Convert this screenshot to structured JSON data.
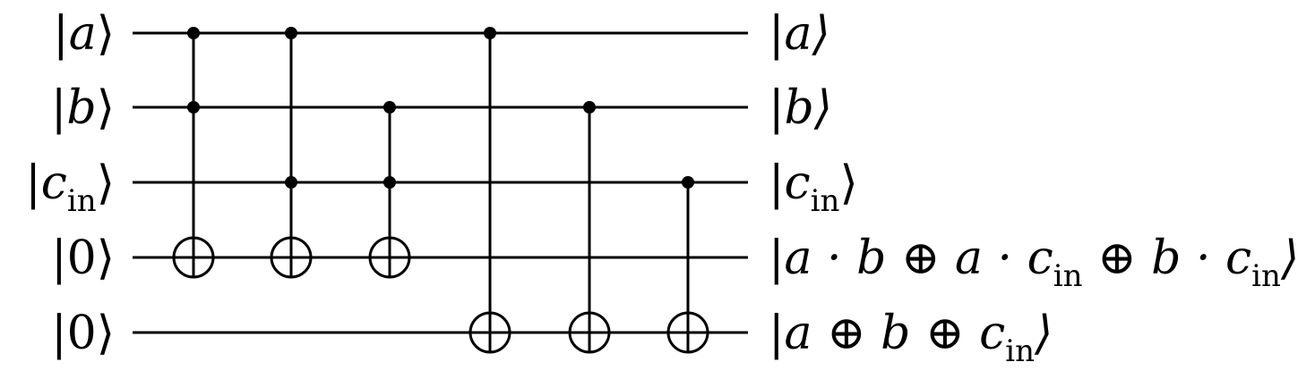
{
  "input_labels": [
    {
      "bra": "|",
      "sym": "a",
      "sub": "",
      "ket": "⟩"
    },
    {
      "bra": "|",
      "sym": "b",
      "sub": "",
      "ket": "⟩"
    },
    {
      "bra": "|",
      "sym": "c",
      "sub": "in",
      "ket": "⟩"
    },
    {
      "bra": "|",
      "sym": "0",
      "sub": "",
      "ket": "⟩"
    },
    {
      "bra": "|",
      "sym": "0",
      "sub": "",
      "ket": "⟩"
    }
  ],
  "output_labels": [
    {
      "text": "|a⟩"
    },
    {
      "text": "|b⟩"
    },
    {
      "text": "|c",
      "sub": "in",
      "tail": "⟩"
    },
    {
      "parts": [
        "|a · b ⊕ a · c",
        "in",
        " ⊕ b · c",
        "in",
        "⟩"
      ]
    },
    {
      "parts": [
        "|a ⊕ b ⊕ c",
        "in",
        "⟩"
      ]
    }
  ],
  "gates": [
    {
      "type": "toffoli",
      "controls": [
        0,
        1
      ],
      "target": 3
    },
    {
      "type": "toffoli",
      "controls": [
        0,
        2
      ],
      "target": 3
    },
    {
      "type": "toffoli",
      "controls": [
        1,
        2
      ],
      "target": 3
    },
    {
      "type": "cnot",
      "controls": [
        0
      ],
      "target": 4
    },
    {
      "type": "cnot",
      "controls": [
        1
      ],
      "target": 4
    },
    {
      "type": "cnot",
      "controls": [
        2
      ],
      "target": 4
    }
  ]
}
